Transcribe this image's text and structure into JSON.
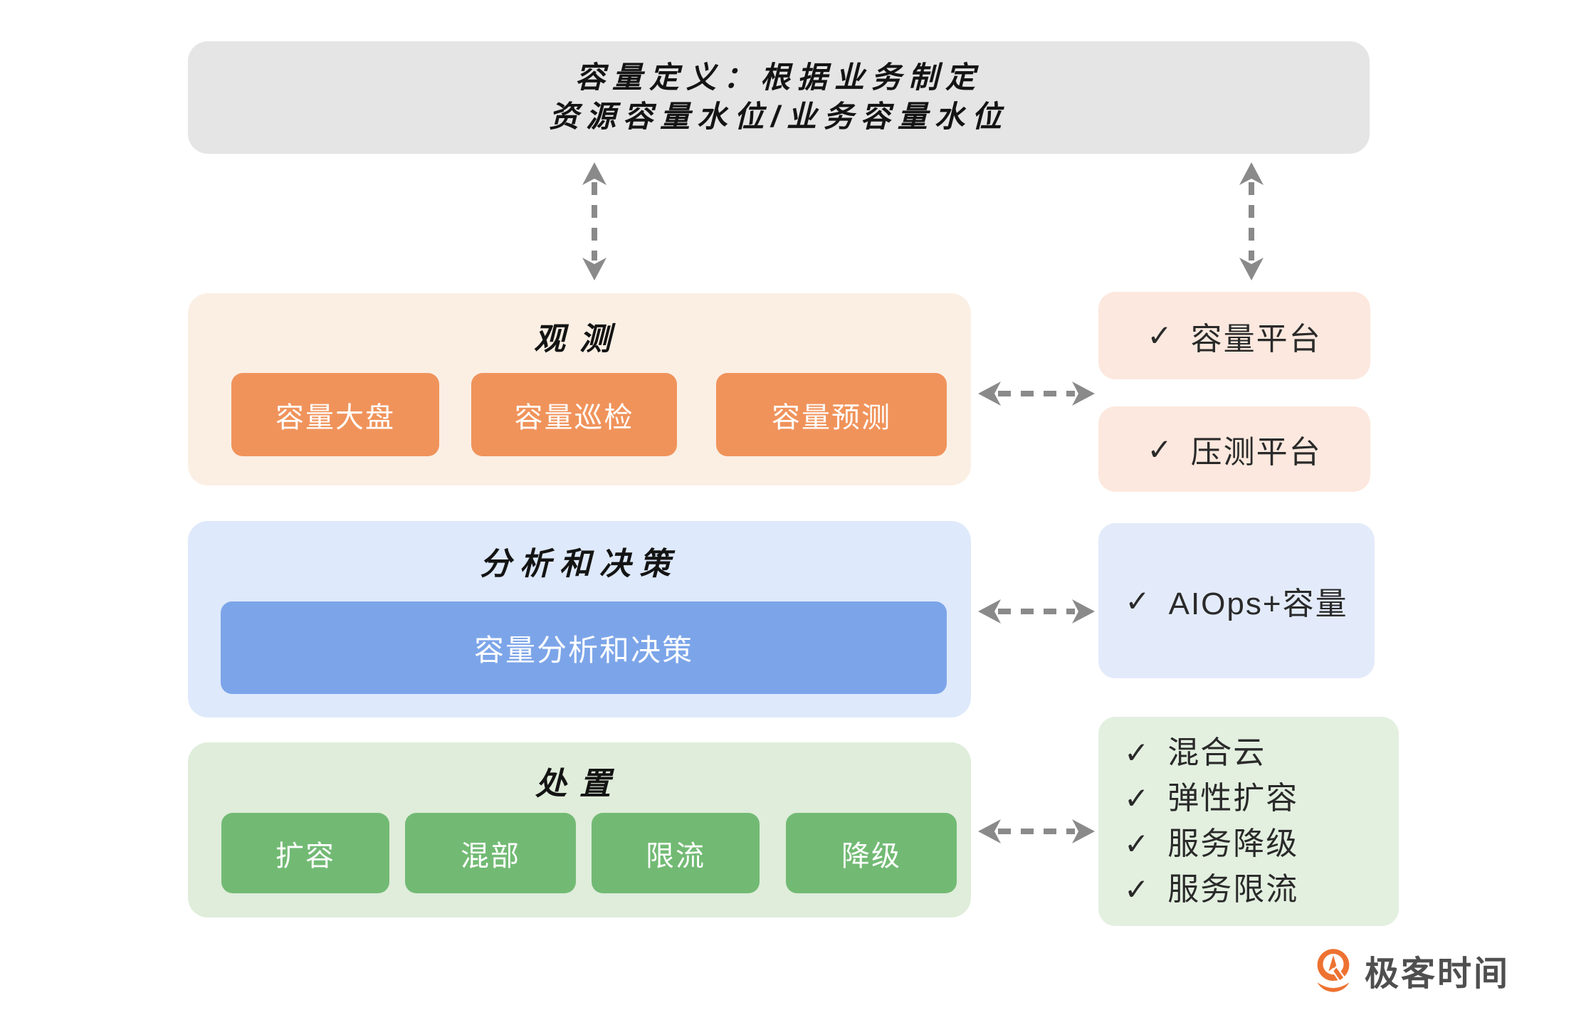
{
  "header": {
    "title_line1": "容量定义：根据业务制定",
    "title_line2": "资源容量水位/业务容量水位"
  },
  "observe": {
    "title": "观测",
    "buttons": [
      "容量大盘",
      "容量巡检",
      "容量预测"
    ],
    "platforms": [
      {
        "check": "✓",
        "label": "容量平台"
      },
      {
        "check": "✓",
        "label": "压测平台"
      }
    ]
  },
  "analyze": {
    "title": "分析和决策",
    "bar_label": "容量分析和决策",
    "platforms": [
      {
        "check": "✓",
        "label": "AIOps+容量"
      }
    ]
  },
  "handle": {
    "title": "处置",
    "buttons": [
      "扩容",
      "混部",
      "限流",
      "降级"
    ],
    "platforms": [
      {
        "check": "✓",
        "label": "混合云"
      },
      {
        "check": "✓",
        "label": "弹性扩容"
      },
      {
        "check": "✓",
        "label": "服务降级"
      },
      {
        "check": "✓",
        "label": "服务限流"
      }
    ]
  },
  "branding": {
    "logo_text": "极客时间"
  },
  "colors": {
    "header_bg": "#E5E5E5",
    "observe_bg": "#FBEFE4",
    "observe_node_bg": "#F0935B",
    "observe_side_bg": "#FCE8DE",
    "analyze_bg": "#DEE9FB",
    "analyze_bar_bg": "#7CA5E9",
    "analyze_side_bg": "#E3EBFA",
    "handle_bg": "#DFEDDA",
    "handle_node_bg": "#72BA74",
    "handle_side_bg": "#E3F0E0",
    "arrow": "#8A8A8A",
    "logo_orange": "#EE7231",
    "logo_text_color": "#4F4F4F"
  }
}
